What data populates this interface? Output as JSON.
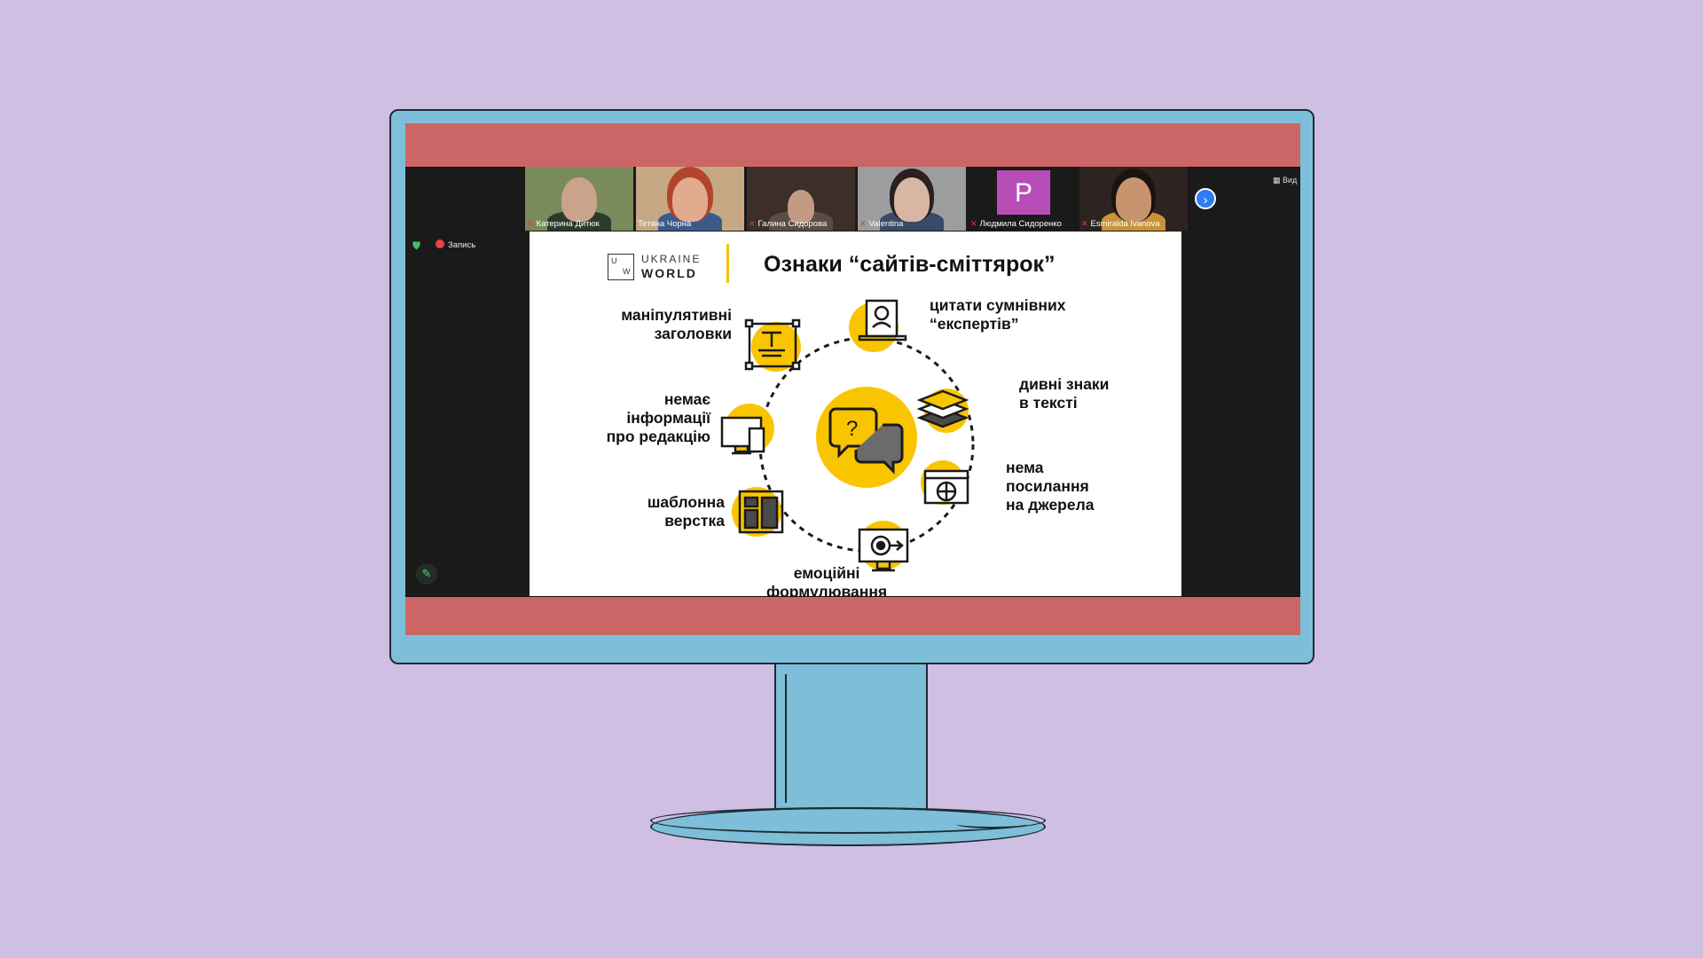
{
  "participants": [
    {
      "name": "Катерина Дитюк",
      "bg": "#7a8a5a",
      "skin": "#caa38b",
      "shirt": "#2c3a2a"
    },
    {
      "name": "Тетяна Чорна",
      "bg": "#c7a884",
      "skin": "#e2ab90",
      "shirt": "#3b5a8a"
    },
    {
      "name": "Галина Сидорова",
      "bg": "#3b2f28",
      "skin": "#c49a84",
      "shirt": "#5b4c44"
    },
    {
      "name": "Valentina",
      "bg": "#9b9d9f",
      "skin": "#d8b6a3",
      "shirt": "#394a66"
    },
    {
      "name": "Людмила Сидоренко",
      "avatar": "P"
    },
    {
      "name": "Esmiralda Ivanova",
      "bg": "#2d2320",
      "skin": "#c7946e",
      "shirt": "#c99438"
    }
  ],
  "controls": {
    "view_label": "Вид",
    "record_label": "Запись"
  },
  "slide": {
    "logo_top": "U W",
    "logo_ukraine": "UKRAINE",
    "logo_world": "WORLD",
    "title": "Ознаки “сайтів-сміттярок”",
    "labels": {
      "headlines": [
        "маніпулятивні",
        "заголовки"
      ],
      "no_editorial": [
        "немає",
        "інформації",
        "про редакцію"
      ],
      "template": [
        "шаблонна",
        "верстка"
      ],
      "emotional": [
        "емоційні",
        "формулювання"
      ],
      "quotes": [
        "цитати сумнівних",
        "“експертів”"
      ],
      "strange": [
        "дивні знаки",
        "в тексті"
      ],
      "no_links": [
        "нема",
        "посилання",
        "на джерела"
      ]
    },
    "colors": {
      "accent": "#f9c500",
      "ink": "#1a1a1a"
    }
  }
}
